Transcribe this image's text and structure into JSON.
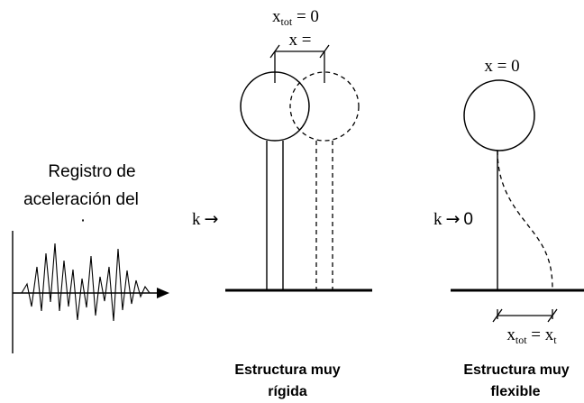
{
  "record": {
    "line1": "Registro de",
    "line2": "aceleración del",
    "line3_partial": "·"
  },
  "rigid": {
    "k_label": "k",
    "k_arrow": "→",
    "xtot_x": "x",
    "xtot_sub": "tot",
    "xtot_rest": " = 0",
    "x_label": "x =",
    "caption_line1": "Estructura muy",
    "caption_line2": "rígida"
  },
  "flexible": {
    "x_label": "x = 0",
    "k_label": "k",
    "k_arrow": "→",
    "k_value": "0",
    "xtot_x": "x",
    "xtot_sub": "tot",
    "xtot_mid": " = x",
    "xtot_sub2": "t",
    "caption_line1": "Estructura muy",
    "caption_line2": "flexible"
  },
  "colors": {
    "line": "#000000",
    "background": "#ffffff"
  }
}
